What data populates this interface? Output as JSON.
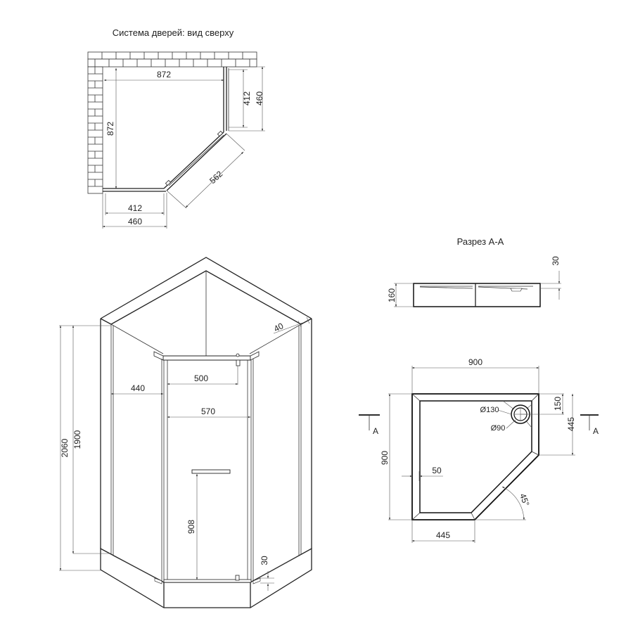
{
  "top_view": {
    "title": "Система дверей: вид сверху",
    "dims": {
      "width_top": "872",
      "height_left": "872",
      "right_412": "412",
      "right_460": "460",
      "diag_562": "562",
      "bottom_412": "412",
      "bottom_460": "460"
    }
  },
  "front_view": {
    "dims": {
      "total_height": "2060",
      "glass_height": "1900",
      "side_440": "440",
      "hinge_500": "500",
      "door_570": "570",
      "handle_908": "908",
      "tray_30": "30",
      "frame_40": "40"
    }
  },
  "section_view": {
    "title": "Разрез А-А",
    "dims": {
      "height_160": "160",
      "depth_30": "30"
    }
  },
  "tray_view": {
    "dims": {
      "width_900": "900",
      "height_900": "900",
      "drain_150": "150",
      "side_445_right": "445",
      "rim_50": "50",
      "bottom_445": "445",
      "angle": "45°",
      "d130": "Ø130",
      "d90": "Ø90",
      "section_mark_left": "A",
      "section_mark_right": "A"
    }
  }
}
